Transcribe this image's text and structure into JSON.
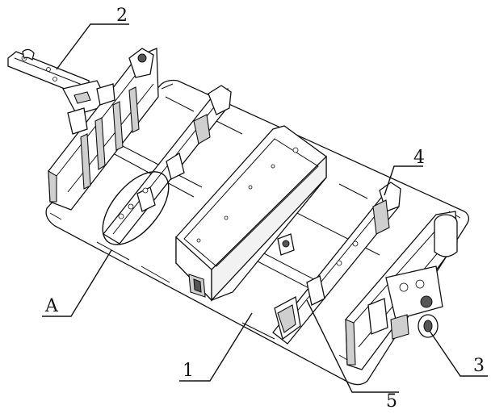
{
  "labels": {
    "n1": "1",
    "n2": "2",
    "n3": "3",
    "n4": "4",
    "n5": "5",
    "nA": "A"
  }
}
